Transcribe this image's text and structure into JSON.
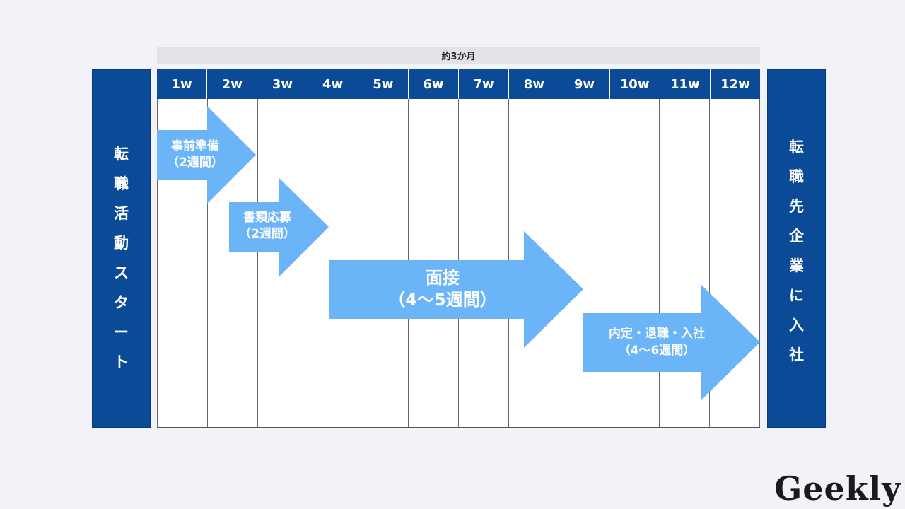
{
  "duration_label": "約3か月",
  "weeks": [
    "1w",
    "2w",
    "3w",
    "4w",
    "5w",
    "6w",
    "7w",
    "8w",
    "9w",
    "10w",
    "11w",
    "12w"
  ],
  "start_label": [
    "転",
    "職",
    "活",
    "動",
    "ス",
    "タ",
    "ー",
    "ト"
  ],
  "end_label": [
    "転",
    "職",
    "先",
    "企",
    "業",
    "に",
    "入",
    "社"
  ],
  "phases": [
    {
      "name": "事前準備",
      "duration": "（2週間）"
    },
    {
      "name": "書類応募",
      "duration": "（2週間）"
    },
    {
      "name": "面接",
      "duration": "（4〜5週間）"
    },
    {
      "name": "内定・退職・入社",
      "duration": "（4〜6週間）"
    }
  ],
  "logo": "Geekly",
  "colors": {
    "header_blue": "#0a4a97",
    "arrow_blue": "#6cb4f8",
    "background": "#f1f3f8"
  }
}
